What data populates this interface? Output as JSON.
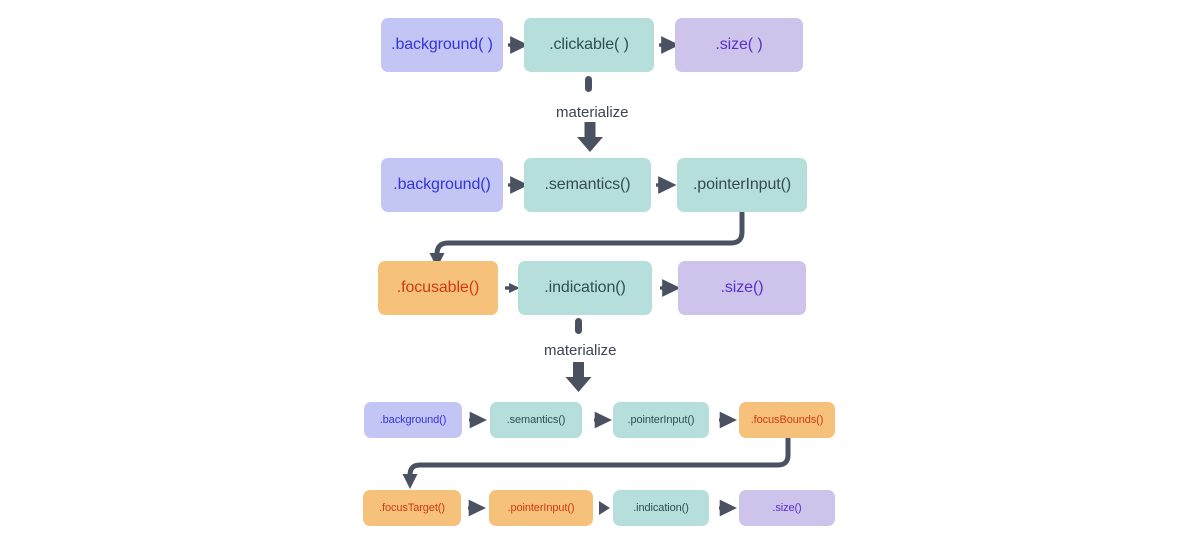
{
  "diagram": {
    "title": "Modifier chain materialization",
    "colors": {
      "blue_fill": "#c3c5f4",
      "blue_text": "#3434dd",
      "teal_fill": "#b6dedb",
      "teal_text": "#2f4f4f",
      "purple_fill": "#cec3ea",
      "purple_text": "#5a2fcc",
      "orange_fill": "#f6c27b",
      "orange_text": "#d03a12",
      "arrow": "#4a5262",
      "background": "#ffffff"
    },
    "labels": {
      "materialize_1": "materialize",
      "materialize_2": "materialize"
    },
    "rows": [
      {
        "id": "row-1",
        "nodes": [
          {
            "label": ".background( )",
            "color": "blue"
          },
          {
            "label": ".clickable( )",
            "color": "teal"
          },
          {
            "label": ".size( )",
            "color": "purple"
          }
        ]
      },
      {
        "id": "row-2",
        "nodes": [
          {
            "label": ".background()",
            "color": "blue"
          },
          {
            "label": ".semantics()",
            "color": "teal"
          },
          {
            "label": ".pointerInput()",
            "color": "teal"
          }
        ]
      },
      {
        "id": "row-3",
        "nodes": [
          {
            "label": ".focusable()",
            "color": "orange"
          },
          {
            "label": ".indication()",
            "color": "teal"
          },
          {
            "label": ".size()",
            "color": "purple"
          }
        ]
      },
      {
        "id": "row-4",
        "nodes": [
          {
            "label": ".background()",
            "color": "blue"
          },
          {
            "label": ".semantics()",
            "color": "teal"
          },
          {
            "label": ".pointerInput()",
            "color": "teal"
          },
          {
            "label": ".focusBounds()",
            "color": "orange"
          }
        ]
      },
      {
        "id": "row-5",
        "nodes": [
          {
            "label": ".focusTarget()",
            "color": "orange"
          },
          {
            "label": ".pointerInput()",
            "color": "orange"
          },
          {
            "label": ".indication()",
            "color": "teal"
          },
          {
            "label": ".size()",
            "color": "purple"
          }
        ]
      }
    ]
  }
}
